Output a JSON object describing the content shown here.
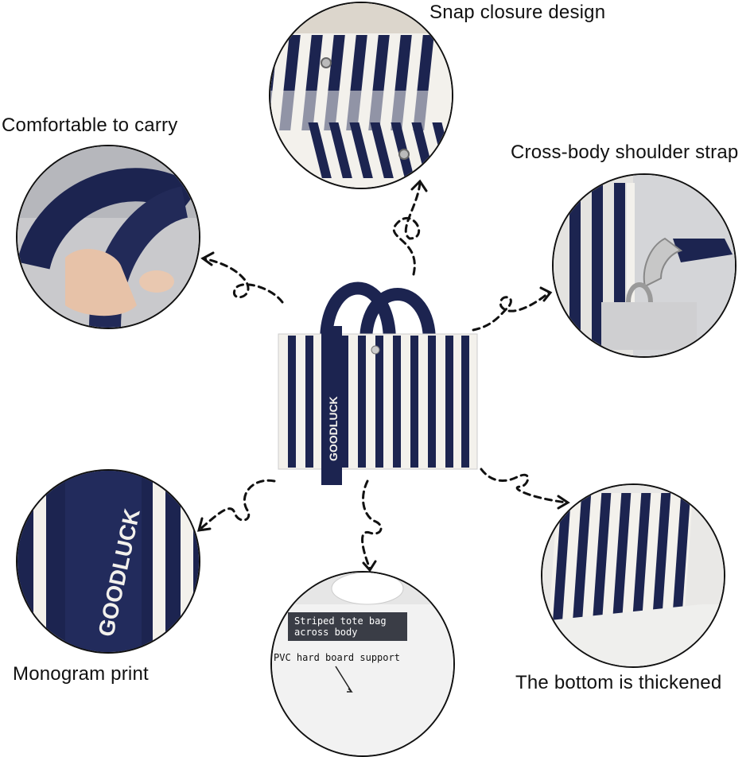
{
  "captions": {
    "snap": "Snap closure design",
    "comfortable": "Comfortable to carry",
    "crossbody": "Cross-body shoulder strap",
    "monogram": "Monogram print",
    "bottom": "The bottom is thickened"
  },
  "strap_text": "GOODLUCK",
  "board_overlay": {
    "title_line1": "Striped tote bag",
    "title_line2": "across body",
    "note": "PVC hard board support"
  },
  "colors": {
    "navy": "#1c2450",
    "cream": "#f3f1ec",
    "arrow": "#111111"
  }
}
